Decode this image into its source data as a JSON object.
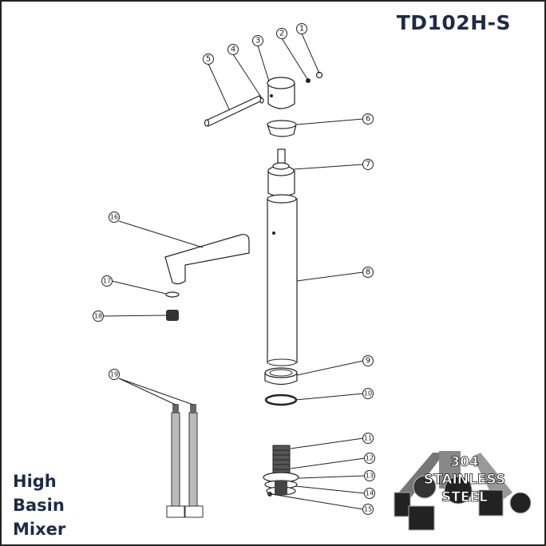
{
  "model_code": "TD102H-S",
  "product_name": [
    "High",
    "Basin",
    "Mixer"
  ],
  "material_badge": [
    "304",
    "STAINLESS",
    "STEEL"
  ],
  "callouts": [
    "1",
    "2",
    "3",
    "4",
    "5",
    "6",
    "7",
    "8",
    "9",
    "10",
    "11",
    "12",
    "13",
    "14",
    "15",
    "16",
    "17",
    "18",
    "19"
  ]
}
